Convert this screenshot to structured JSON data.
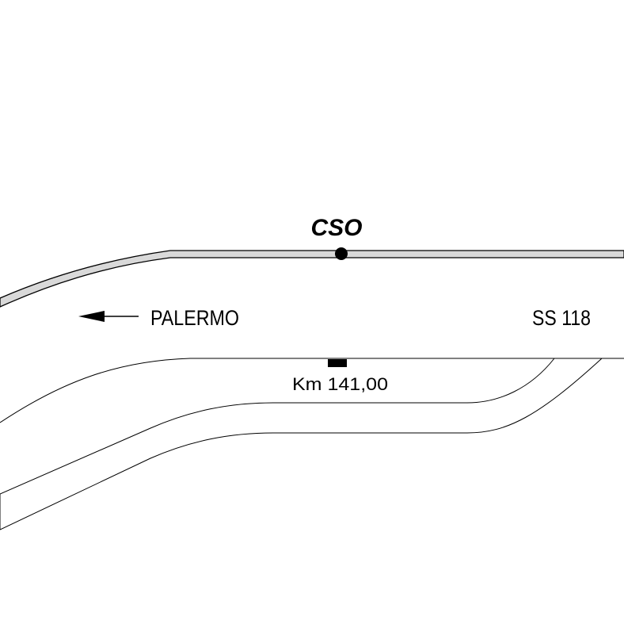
{
  "map": {
    "station_label": "CSO",
    "direction_label": "PALERMO",
    "road_label": "SS 118",
    "kilometer_label": "Km 141,00"
  },
  "colors": {
    "background": "#ffffff",
    "rail_fill": "#d9d9d9",
    "line": "#000000"
  }
}
